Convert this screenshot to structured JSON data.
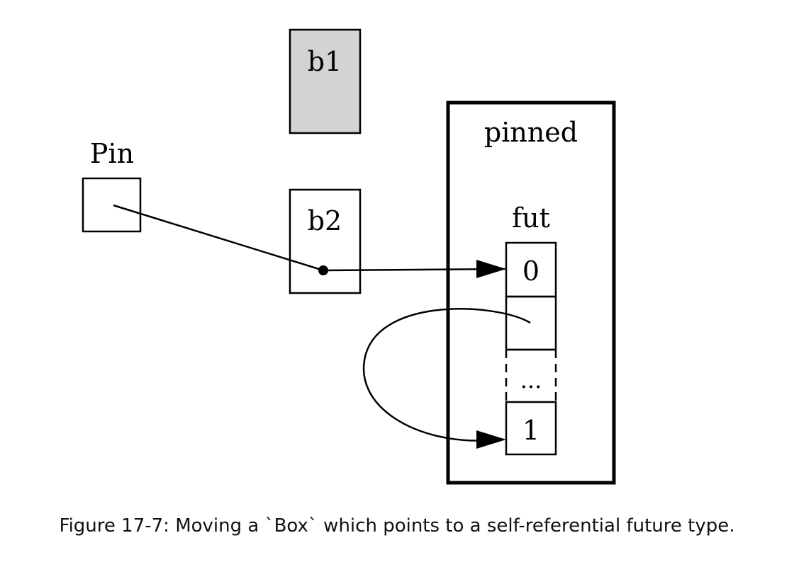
{
  "diagram": {
    "nodes": {
      "pin": {
        "label": "Pin"
      },
      "b1": {
        "label": "b1",
        "moved_from": true
      },
      "b2": {
        "label": "b2"
      },
      "pinned": {
        "label": "pinned"
      },
      "fut": {
        "label": "fut"
      },
      "slot0": {
        "label": "0"
      },
      "slot_ptr": {
        "label": ""
      },
      "slot_ellipsis": {
        "label": "..."
      },
      "slot1": {
        "label": "1"
      }
    },
    "edges": [
      {
        "from": "Pin",
        "to": "b2"
      },
      {
        "from": "b2",
        "to": "0"
      },
      {
        "from": "pointer slot",
        "to": "1"
      }
    ]
  },
  "caption": "Figure 17-7: Moving a `Box` which points to a self-referential future type."
}
